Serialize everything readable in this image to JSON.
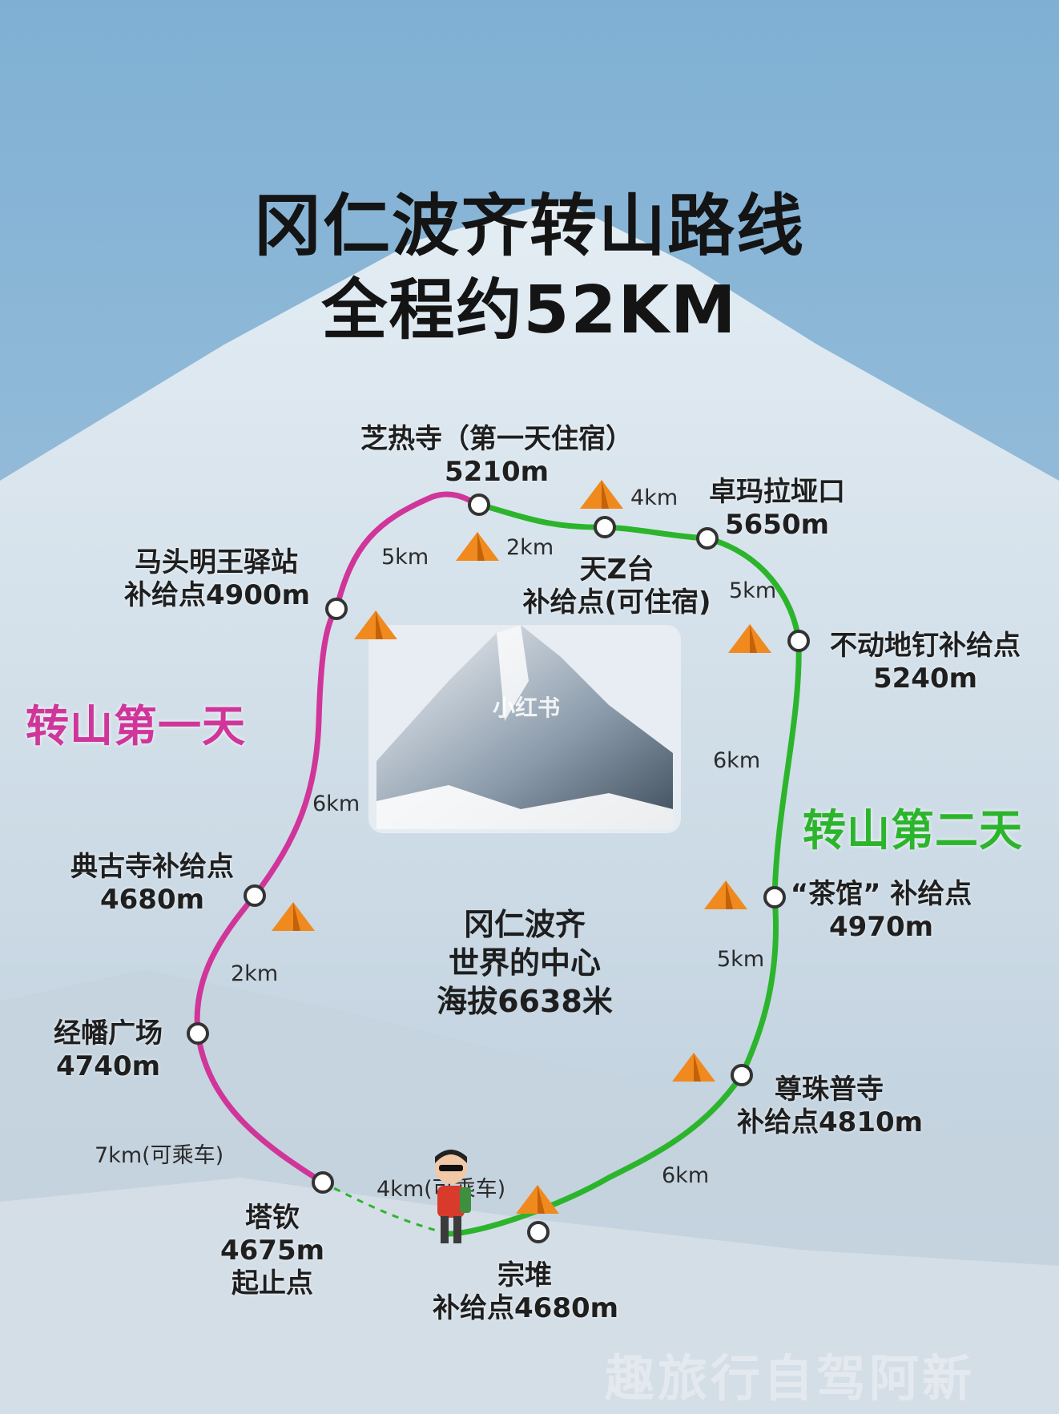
{
  "title": {
    "line1": "冈仁波齐转山路线",
    "line2": "全程约52KM"
  },
  "days": [
    {
      "label": "转山第一天",
      "color": "#d0359a"
    },
    {
      "label": "转山第二天",
      "color": "#2cb52c"
    }
  ],
  "center": {
    "lines": [
      "冈仁波齐",
      "世界的中心",
      "海拔6638米"
    ]
  },
  "photo_watermark": "小红书",
  "watermark": "趣旅行自驾阿新",
  "stops": [
    {
      "id": "tarchen",
      "lines": [
        "塔钦",
        "4675m",
        "起止点"
      ]
    },
    {
      "id": "jingfan",
      "lines": [
        "经幡广场",
        "4740m"
      ]
    },
    {
      "id": "diangu",
      "lines": [
        "典古寺补给点",
        "4680m"
      ]
    },
    {
      "id": "matou",
      "lines": [
        "马头明王驿站",
        "补给点4900m"
      ]
    },
    {
      "id": "zhire",
      "lines": [
        "芝热寺（第一天住宿）",
        "5210m"
      ]
    },
    {
      "id": "tianz",
      "lines": [
        "天Z台",
        "补给点(可住宿)"
      ]
    },
    {
      "id": "zhuoma",
      "lines": [
        "卓玛拉垭口",
        "5650m"
      ]
    },
    {
      "id": "budong",
      "lines": [
        "不动地钉补给点",
        "5240m"
      ]
    },
    {
      "id": "chaguan",
      "lines": [
        "“茶馆” 补给点",
        "4970m"
      ]
    },
    {
      "id": "zunzhu",
      "lines": [
        "尊珠普寺",
        "补给点4810m"
      ]
    },
    {
      "id": "zongdui",
      "lines": [
        "宗堆",
        "补给点4680m"
      ]
    }
  ],
  "distances": [
    {
      "id": "d_tarchen_jingfan",
      "text": "7km(可乘车)"
    },
    {
      "id": "d_jingfan_diangu",
      "text": "2km"
    },
    {
      "id": "d_diangu_matou",
      "text": "6km"
    },
    {
      "id": "d_matou_zhire",
      "text": "5km"
    },
    {
      "id": "d_zhire_tianz",
      "text": "2km"
    },
    {
      "id": "d_tianz_zhuoma",
      "text": "4km"
    },
    {
      "id": "d_zhuoma_budong",
      "text": "5km"
    },
    {
      "id": "d_budong_chaguan",
      "text": "6km"
    },
    {
      "id": "d_chaguan_zunzhu",
      "text": "5km"
    },
    {
      "id": "d_zunzhu_zongdui",
      "text": "6km"
    },
    {
      "id": "d_zongdui_tarchen",
      "text": "4km(可乘车)"
    }
  ],
  "colors": {
    "sky_top": "#7fb0d4",
    "sky_bottom": "#b7cfe0",
    "snow": "#e3ecf3",
    "tent": "#f08a1e"
  }
}
